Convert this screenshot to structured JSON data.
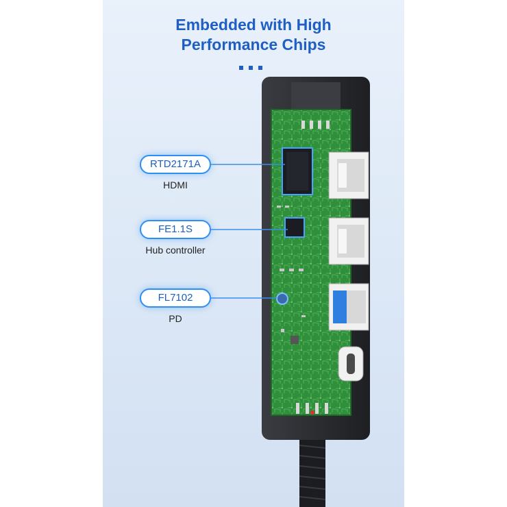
{
  "headline": {
    "line1": "Embedded with High",
    "line2": "Performance Chips"
  },
  "chips": [
    {
      "name": "RTD2171A",
      "function": "HDMI"
    },
    {
      "name": "FE1.1S",
      "function": "Hub controller"
    },
    {
      "name": "FL7102",
      "function": "PD"
    }
  ],
  "colors": {
    "accent": "#1f5fc4",
    "pcb": "#2f8f3a",
    "housing": "#2b2d31",
    "usb_blue": "#2f7fe0"
  },
  "icons": [
    "pcb-board",
    "usb-a-port",
    "usb-c-port",
    "cable"
  ]
}
